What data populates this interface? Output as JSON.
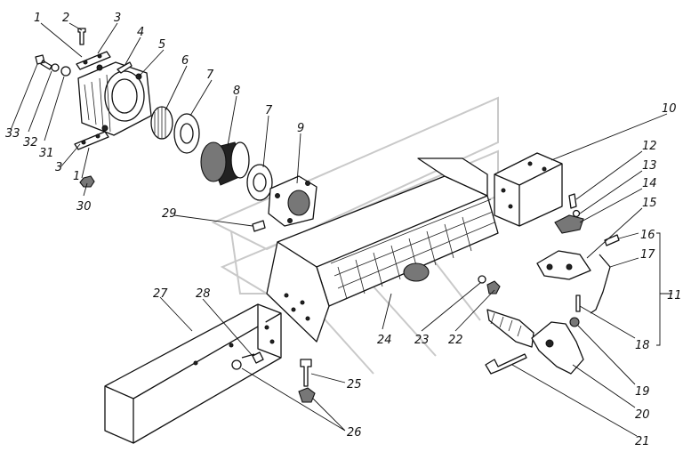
{
  "diagram": {
    "callouts": [
      "1",
      "2",
      "3",
      "4",
      "5",
      "6",
      "7",
      "8",
      "7",
      "9",
      "10",
      "12",
      "13",
      "14",
      "15",
      "16",
      "17",
      "11",
      "18",
      "19",
      "20",
      "21",
      "22",
      "23",
      "24",
      "25",
      "26",
      "27",
      "28",
      "29",
      "30",
      "3",
      "1",
      "31",
      "32",
      "33"
    ]
  }
}
